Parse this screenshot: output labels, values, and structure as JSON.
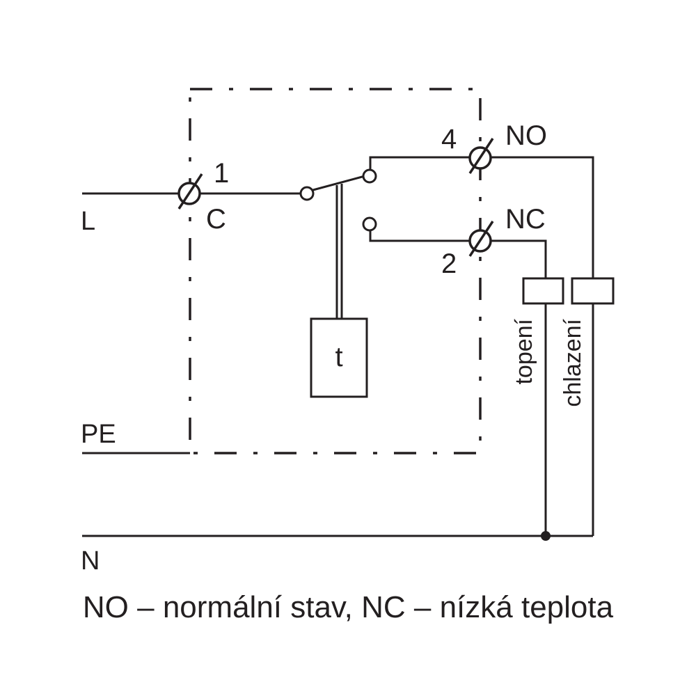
{
  "terminals": {
    "t1_number": "1",
    "t1_letter": "C",
    "t4_number": "4",
    "t4_name": "NO",
    "t2_number": "2",
    "t2_name": "NC"
  },
  "lines": {
    "live": "L",
    "earth": "PE",
    "neutral": "N"
  },
  "sensor": {
    "label": "t"
  },
  "loads": {
    "heating": "topení",
    "cooling": "chlazení"
  },
  "caption": "NO – normální stav, NC – nízká teplota"
}
